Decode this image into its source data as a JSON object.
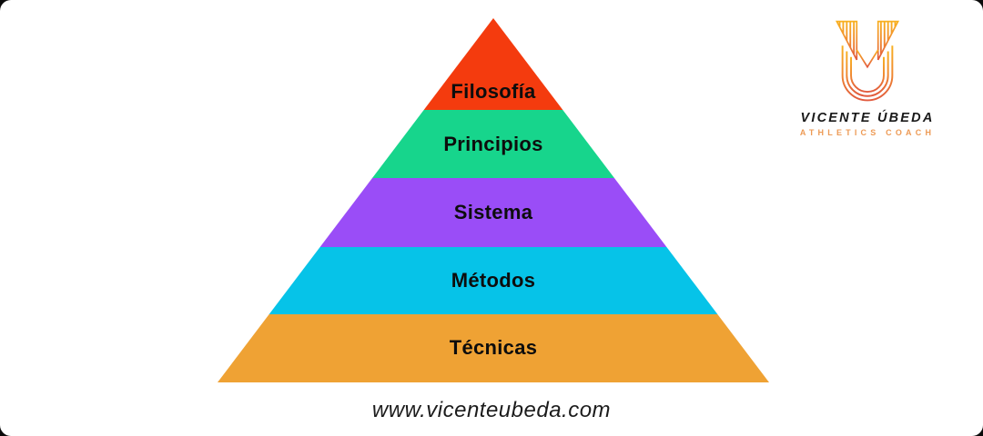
{
  "canvas": {
    "background": "#ffffff",
    "page_background": "#0a0a0a"
  },
  "pyramid": {
    "label_color": "#0d0d0d",
    "levels": [
      {
        "label": "Filosofía",
        "color": "#f43b0e"
      },
      {
        "label": "Principios",
        "color": "#17d58c"
      },
      {
        "label": "Sistema",
        "color": "#9a4df7"
      },
      {
        "label": "Métodos",
        "color": "#06c3e8"
      },
      {
        "label": "Técnicas",
        "color": "#efa234"
      }
    ]
  },
  "logo": {
    "monogram_icon": "vu-monogram",
    "name": "VICENTE ÚBEDA",
    "subtitle": "ATHLETICS COACH",
    "name_color": "#1a1a1a",
    "subtitle_color": "#ed9a55",
    "gradient_top": "#f8b020",
    "gradient_mid": "#f08a30",
    "gradient_bottom": "#e15a3e"
  },
  "footer": {
    "website": "www.vicenteubeda.com"
  }
}
